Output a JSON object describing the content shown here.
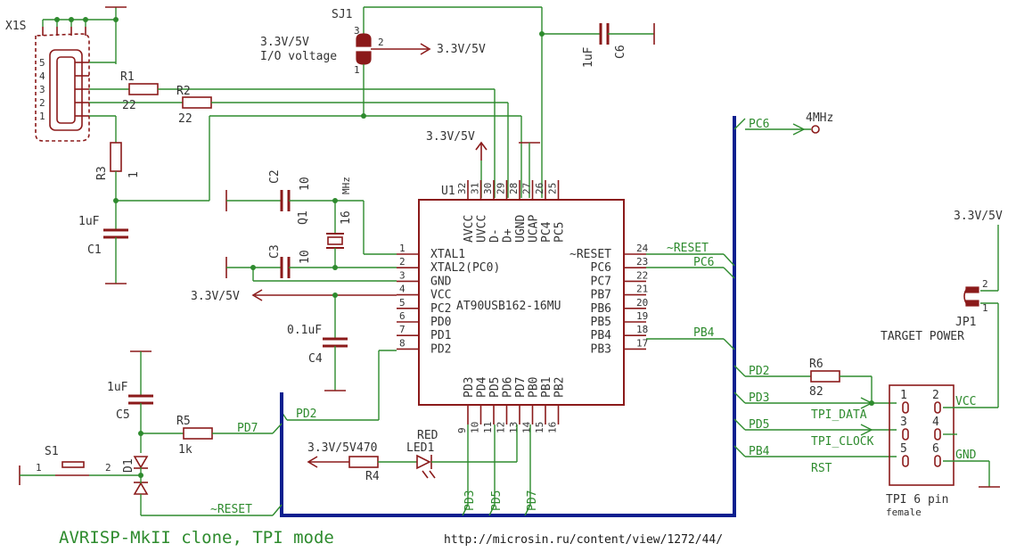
{
  "labels": {
    "x1s": "X1S",
    "sj1": "SJ1",
    "sj1_desc1": "3.3V/5V",
    "sj1_desc2": "I/O voltage",
    "sj1_out": "3.3V/5V",
    "sj1_pin2": "2",
    "sj1_pin1": "1",
    "sj1_pin3": "3",
    "c6_name": "C6",
    "c6_val": "1uF",
    "r1_name": "R1",
    "r1_val": "22",
    "r2_name": "R2",
    "r2_val": "22",
    "r3_name": "R3",
    "r3_val": "1",
    "c1_name": "C1",
    "c1_val": "1uF",
    "c2_name": "C2",
    "c2_val": "10",
    "c3_name": "C3",
    "c3_val": "10",
    "q1_name": "Q1",
    "q1_val": "16",
    "q1_unit": "MHz",
    "c4_name": "C4",
    "c4_val": "0.1uF",
    "u1_name": "U1",
    "u1_part": "AT90USB162-16MU",
    "vcc_top": "3.3V/5V",
    "vcc_left": "3.3V/5V",
    "vcc_led": "3.3V/5V",
    "vcc_jp": "3.3V/5V",
    "pc6_bus": "PC6",
    "clk_out": "4MHz",
    "reset_bus": "~RESET",
    "pc6_bus2": "PC6",
    "pb4_bus": "PB4",
    "pd2_bus": "PD2",
    "pd7_bus": "PD7",
    "pd3_bus": "PD3",
    "pd5_bus": "PD5",
    "pd7_vert": "PD7",
    "pd3_vert": "PD3",
    "pd5_vert": "PD5",
    "reset_bottom": "~RESET",
    "c5_name": "C5",
    "c5_val": "1uF",
    "r5_name": "R5",
    "r5_val": "1k",
    "s1_name": "S1",
    "s1_p1": "1",
    "s1_p2": "2",
    "d1_name": "D1",
    "r4_name": "R4",
    "r4_val": "470",
    "led_color": "RED",
    "led_name": "LED1",
    "r6_name": "R6",
    "r6_val": "82",
    "pd2_r": "PD2",
    "pd3_r": "PD3",
    "pd5_r": "PD5",
    "pb4_r": "PB4",
    "tpi_data": "TPI_DATA",
    "tpi_clock": "TPI_CLOCK",
    "rst": "RST",
    "vcc_conn": "VCC",
    "gnd_conn": "GND",
    "conn_title": "TPI 6 pin",
    "conn_sub": "female",
    "jp1_name": "JP1",
    "jp1_desc": "TARGET POWER",
    "jp1_p1": "1",
    "jp1_p2": "2",
    "title": "AVRISP-MkII clone, TPI mode",
    "url": "http://microsin.ru/content/view/1272/44/"
  },
  "usb_pins": [
    "5",
    "4",
    "3",
    "2",
    "1"
  ],
  "u1_left_pins": [
    {
      "num": "1",
      "name": "XTAL1"
    },
    {
      "num": "2",
      "name": "XTAL2(PC0)"
    },
    {
      "num": "3",
      "name": "GND"
    },
    {
      "num": "4",
      "name": "VCC"
    },
    {
      "num": "5",
      "name": "PC2"
    },
    {
      "num": "6",
      "name": "PD0"
    },
    {
      "num": "7",
      "name": "PD1"
    },
    {
      "num": "8",
      "name": "PD2"
    }
  ],
  "u1_right_pins": [
    {
      "num": "24",
      "name": "~RESET"
    },
    {
      "num": "23",
      "name": "PC6"
    },
    {
      "num": "22",
      "name": "PC7"
    },
    {
      "num": "21",
      "name": "PB7"
    },
    {
      "num": "20",
      "name": "PB6"
    },
    {
      "num": "19",
      "name": "PB5"
    },
    {
      "num": "18",
      "name": "PB4"
    },
    {
      "num": "17",
      "name": "PB3"
    }
  ],
  "u1_top_pins": [
    {
      "num": "32",
      "name": "AVCC"
    },
    {
      "num": "31",
      "name": "UVCC"
    },
    {
      "num": "30",
      "name": "D-"
    },
    {
      "num": "29",
      "name": "D+"
    },
    {
      "num": "28",
      "name": "UGND"
    },
    {
      "num": "27",
      "name": "UCAP"
    },
    {
      "num": "26",
      "name": "PC4"
    },
    {
      "num": "25",
      "name": "PC5"
    }
  ],
  "u1_bottom_pins": [
    {
      "num": "9",
      "name": "PD3"
    },
    {
      "num": "10",
      "name": "PD4"
    },
    {
      "num": "11",
      "name": "PD5"
    },
    {
      "num": "12",
      "name": "PD6"
    },
    {
      "num": "13",
      "name": "PD7"
    },
    {
      "num": "14",
      "name": "PB0"
    },
    {
      "num": "15",
      "name": "PB1"
    },
    {
      "num": "16",
      "name": "PB2"
    }
  ],
  "connector_pins": [
    "1",
    "2",
    "3",
    "4",
    "5",
    "6"
  ]
}
